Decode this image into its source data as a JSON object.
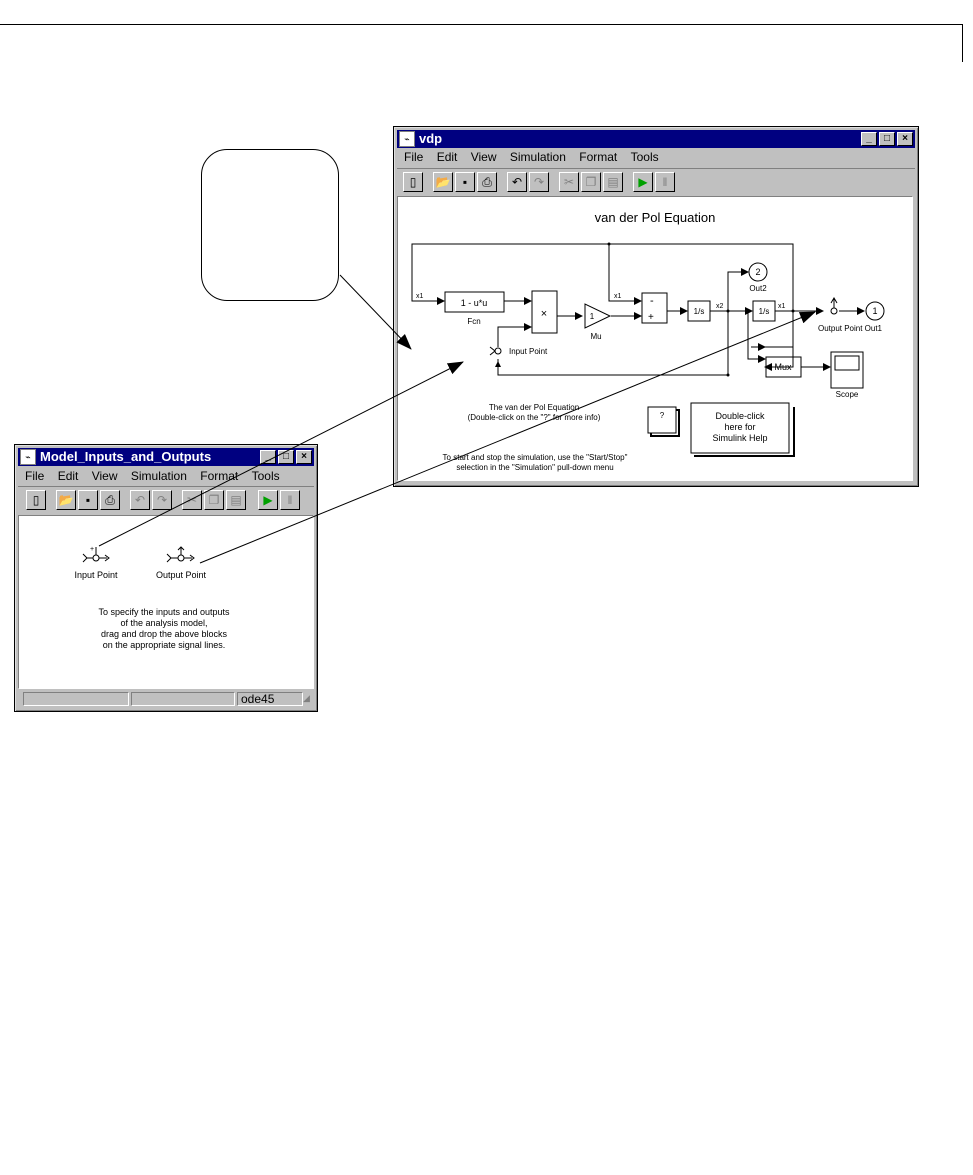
{
  "vdp_window": {
    "title": "vdp",
    "menu": [
      "File",
      "Edit",
      "View",
      "Simulation",
      "Format",
      "Tools"
    ],
    "heading": "van der Pol Equation",
    "blocks": {
      "fcn": "1 - u*u",
      "fcn_label": "Fcn",
      "product": "×",
      "gain": "1",
      "gain_label": "Mu",
      "sum_minus": "-",
      "sum_plus": "+",
      "int1": "1/s",
      "int2": "1/s",
      "out2_num": "2",
      "out2_label": "Out2",
      "out1_num": "1",
      "out1_label": "Output Point Out1",
      "mux": "Mux",
      "scope_label": "Scope",
      "input_point_label": "Input Point",
      "help_q": "?"
    },
    "signals": {
      "x1_a": "x1",
      "x1_b": "x1",
      "x2": "x2",
      "x1_c": "x1"
    },
    "note_line1": "The van der Pol Equation",
    "note_line2": "(Double-click on the \"?\" for more info)",
    "help_line1": "Double-click",
    "help_line2": "here for",
    "help_line3": "Simulink Help",
    "sim_line1": "To start and stop the simulation, use the \"Start/Stop\"",
    "sim_line2": "selection in the \"Simulation\" pull-down menu"
  },
  "mio_window": {
    "title": "Model_Inputs_and_Outputs",
    "menu": [
      "File",
      "Edit",
      "View",
      "Simulation",
      "Format",
      "Tools"
    ],
    "input_label": "Input Point",
    "output_label": "Output Point",
    "instr_line1": "To specify the inputs and outputs",
    "instr_line2": "of the analysis model,",
    "instr_line3": "drag and drop the above blocks",
    "instr_line4": "on the appropriate signal lines.",
    "status_solver": "ode45"
  },
  "icons": [
    "new-icon",
    "open-icon",
    "save-icon",
    "print-icon",
    "undo-icon",
    "redo-icon",
    "cut-icon",
    "copy-icon",
    "paste-icon",
    "play-icon",
    "pause-icon"
  ],
  "colors": {
    "titlebar": "#000080",
    "window": "#c0c0c0",
    "play": "#00a000"
  }
}
